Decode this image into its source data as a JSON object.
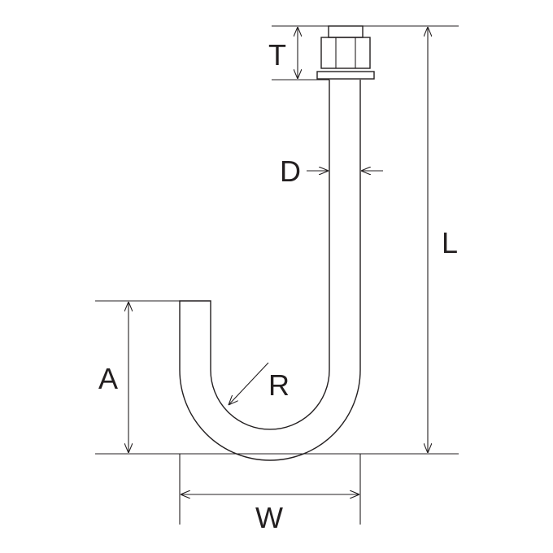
{
  "labels": {
    "t": "T",
    "d": "D",
    "l": "L",
    "a": "A",
    "r": "R",
    "w": "W"
  },
  "colors": {
    "line": "#231f20",
    "background": "#ffffff"
  }
}
